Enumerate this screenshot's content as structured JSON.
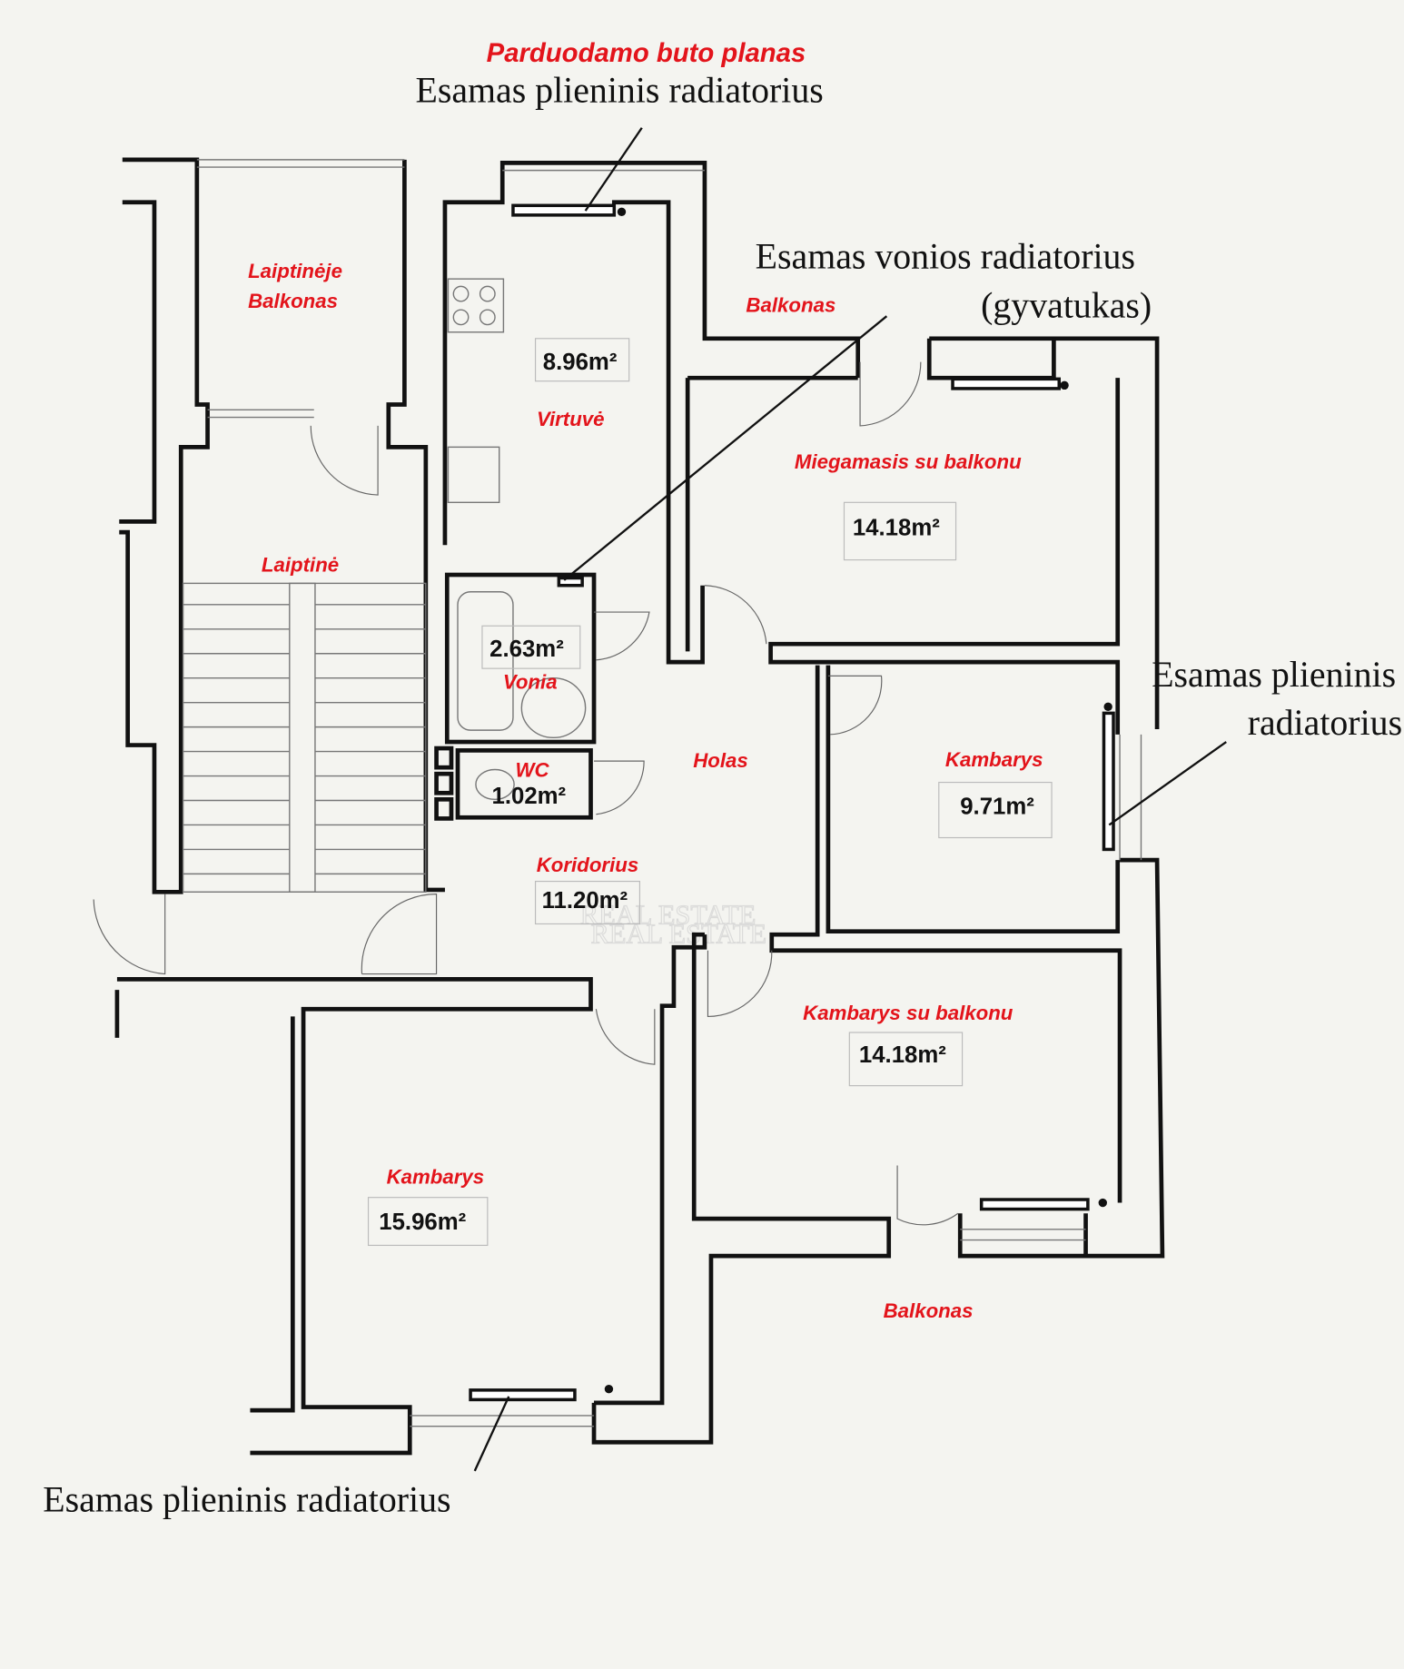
{
  "title": "Parduodamo buto planas",
  "annotations": {
    "radiator_top": "Esamas plieninis radiatorius",
    "bath_radiator_line1": "Esamas vonios radiatorius",
    "bath_radiator_line2": "(gyvatukas)",
    "radiator_right_line1": "Esamas plieninis",
    "radiator_right_line2": "radiatorius",
    "radiator_bottom": "Esamas plieninis radiatorius"
  },
  "rooms": {
    "stair_balcony_line1": "Laiptinėje",
    "stair_balcony_line2": "Balkonas",
    "stairwell": "Laiptinė",
    "kitchen": {
      "label": "Virtuvė",
      "area": "8.96m²"
    },
    "balcony_top": "Balkonas",
    "bedroom": {
      "label": "Miegamasis su balkonu",
      "area": "14.18m²"
    },
    "bathroom": {
      "label": "Vonia",
      "area": "2.63m²"
    },
    "wc": {
      "label": "WC",
      "area": "1.02m²"
    },
    "hall": "Holas",
    "room_small": {
      "label": "Kambarys",
      "area": "9.71m²"
    },
    "corridor": {
      "label": "Koridorius",
      "area": "11.20m²"
    },
    "room_balcony": {
      "label": "Kambarys su balkonu",
      "area": "14.18m²"
    },
    "room_large": {
      "label": "Kambarys",
      "area": "15.96m²"
    },
    "balcony_bottom": "Balkonas"
  },
  "watermark": "REAL ESTATE"
}
